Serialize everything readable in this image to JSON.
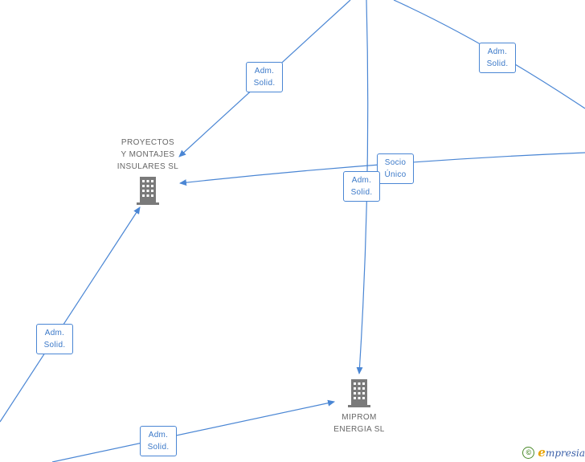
{
  "colors": {
    "edge": "#4a86d4",
    "label_text": "#3a78c8",
    "company_icon": "#7a7a7a",
    "company_text": "#666666"
  },
  "companies": [
    {
      "name_lines": [
        "PROYECTOS",
        "Y MONTAJES",
        "INSULARES SL"
      ],
      "icon": "building-icon"
    },
    {
      "name_lines": [
        "MIPROM",
        "ENERGIA SL"
      ],
      "icon": "building-icon"
    }
  ],
  "edge_labels": [
    {
      "lines": [
        "Adm.",
        "Solid."
      ]
    },
    {
      "lines": [
        "Adm.",
        "Solid."
      ]
    },
    {
      "lines": [
        "Socio",
        "Único"
      ]
    },
    {
      "lines": [
        "Adm.",
        "Solid."
      ]
    },
    {
      "lines": [
        "Adm.",
        "Solid."
      ]
    },
    {
      "lines": [
        "Adm.",
        "Solid."
      ]
    }
  ],
  "watermark": {
    "symbol": "©",
    "brand_initial": "e",
    "brand_rest": "mpresia"
  }
}
